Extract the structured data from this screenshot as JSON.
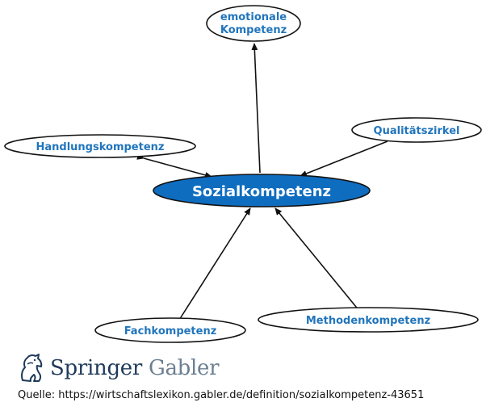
{
  "diagram": {
    "center": "Sozialkompetenz",
    "nodes": {
      "emotionale_line1": "emotionale",
      "emotionale_line2": "Kompetenz",
      "handlung": "Handlungskompetenz",
      "qualitaet": "Qualitätszirkel",
      "fach": "Fachkompetenz",
      "methoden": "Methodenkompetenz"
    },
    "colors": {
      "center_fill": "#0f6dc0",
      "label_blue": "#2175bc",
      "stroke": "#111111"
    }
  },
  "footer": {
    "brand_primary": "Springer",
    "brand_secondary": "Gabler",
    "source": "Quelle: https://wirtschaftslexikon.gabler.de/definition/sozialkompetenz-43651"
  }
}
